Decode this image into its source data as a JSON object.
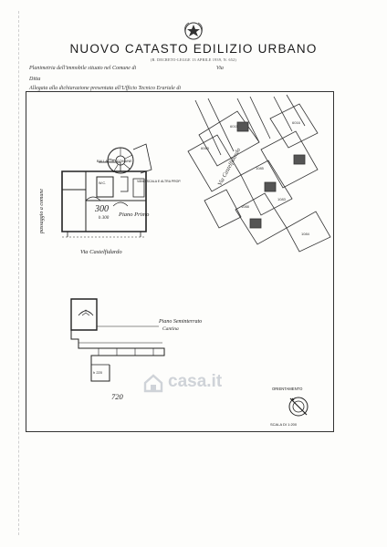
{
  "document": {
    "title": "NUOVO CATASTO EDILIZIO URBANO",
    "subtitle": "(R. DECRETO-LEGGE 13 APRILE 1939, N. 652)",
    "field_planimetria": "Planimetria dell'immobile situato nel Comune di",
    "field_via": "Via",
    "field_ditta": "Ditta",
    "field_allegata": "Allegata alla dichiarazione presentata all'Ufficio Tecnico Erariale di"
  },
  "plan": {
    "passage_label": "passaggio a comune",
    "street_label_main": "Via Castelfidardo",
    "street_label_map": "Via Castelfidardo",
    "room_number": "300",
    "room_sub": "h 300",
    "floor_first": "Piano Primo",
    "floor_semi": "Piano Seminterrato",
    "cellar_label": "Cantina",
    "label_ballatoio": "BALLATOIO COMUNE",
    "label_other_owner": "VANO SCALA E ALTRA PROP.",
    "label_wc": "W.C.",
    "label_h220": "h 220",
    "handwritten_number": "720",
    "map_lot_1": "6015",
    "map_lot_2": "6016",
    "map_lot_3": "6063",
    "map_lot_4": "1085",
    "map_lot_5": "1083",
    "map_lot_6": "1088",
    "map_lot_7": "1084"
  },
  "orientation": {
    "label": "ORIENTAMENTO",
    "scale": "SCALA DI 1:200"
  },
  "watermark": {
    "text": "casa.it"
  },
  "colors": {
    "ink": "#222222",
    "paper": "#fdfdfb",
    "watermark": "#cfd3d8",
    "stamp": "#9aa7d8"
  }
}
